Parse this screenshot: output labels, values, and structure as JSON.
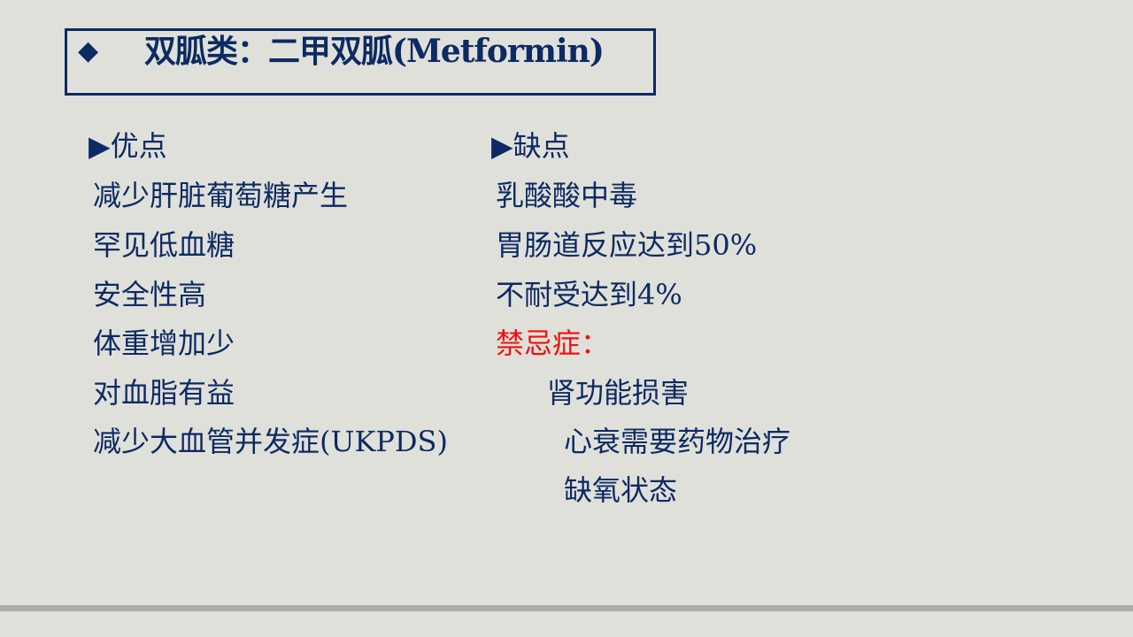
{
  "title": {
    "bullet": "◆",
    "text": "双胍类：二甲双胍(Metformin)"
  },
  "pros": {
    "heading": "▶优点",
    "items": [
      "减少肝脏葡萄糖产生",
      "罕见低血糖",
      "安全性高",
      "体重增加少",
      "对血脂有益",
      "减少大血管并发症(UKPDS)"
    ]
  },
  "cons": {
    "heading": "▶缺点",
    "items": [
      "乳酸酸中毒",
      "胃肠道反应达到50%",
      "不耐受达到4%"
    ],
    "contraindications_label": "禁忌症：",
    "contraindications": [
      "肾功能损害",
      "心衰需要药物治疗",
      "缺氧状态"
    ]
  },
  "colors": {
    "text": "#0c2a63",
    "highlight": "#ee1111",
    "background": "#e0e0da"
  }
}
